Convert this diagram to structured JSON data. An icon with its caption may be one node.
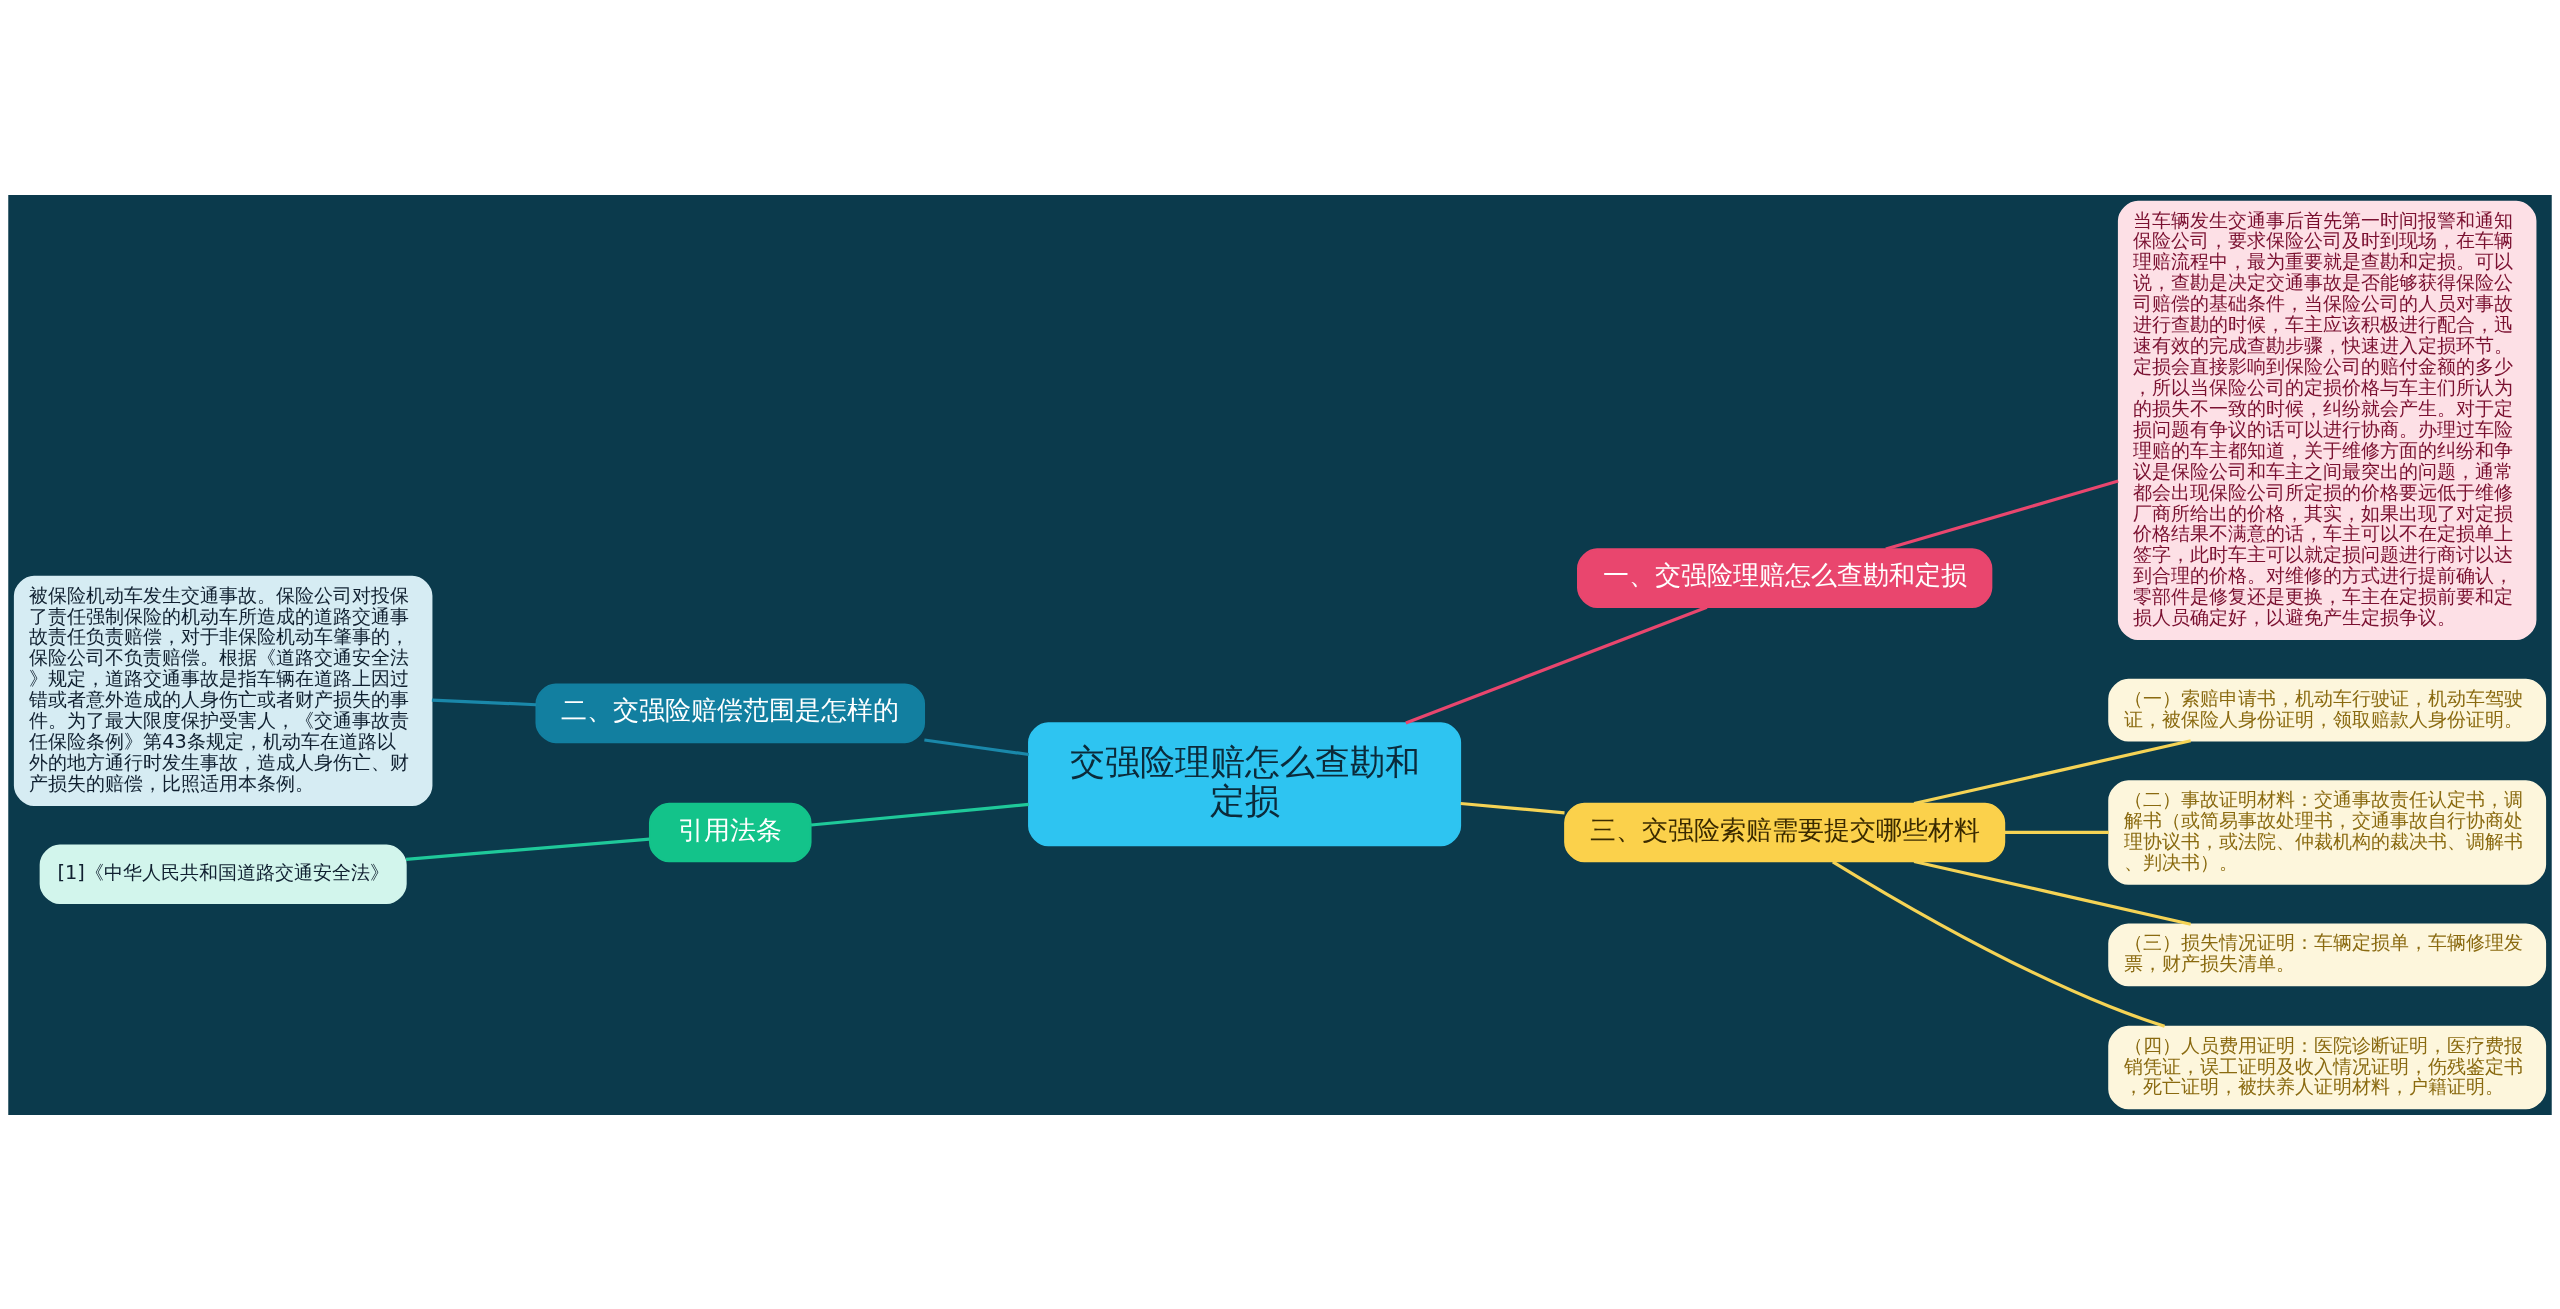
{
  "diagram": {
    "nodes": [
      {
        "text": [
          "交强险理赔怎么查勘和定损"
        ]
      },
      {
        "text": [
          "一、交强险理赔怎么查勘和定损"
        ]
      },
      {
        "text": [
          "当车辆发生交通事后首先第一时间报警和通知保险公司，要求保险公司及时到现场，在车辆理赔流程中，最为重要就是查勘和定损。可以说，查勘是决定交通事故是否能够获得保险公司赔偿的基础条件，当保险公司的人员对事故进行查勘的时候，车主应该积极进行配合，迅速有效的完成查勘步骤，快速进入定损环节。定损会直接影响到保险公司的赔付金额的多少，所以当保险公司的定损价格与车主们所认为的损失不一致的时候，纠纷就会产生。对于定损问题有争议的话可以进行协商。办理过车险理赔的车主都知道，关于维修方面的纠纷和争议是保险公司和车主之间最突出的问题，通常都会出现保险公司所定损的价格要远低于维修厂商所给出的价格，其实，如果出现了对定损价格结果不满意的话，车主可以不在定损单上签字，此时车主可以就定损问题进行商讨以达到合理的价格。对维修的方式进行提前确认，零部件是修复还是更换，车主在定损前要和定损人员确定好，以避免产生定损争议。"
        ]
      },
      {
        "text": [
          "二、交强险赔偿范围是怎样的"
        ]
      },
      {
        "text": [
          "被保险机动车发生交通事故。保险公司对投保了责任强制保险的机动车所造成的道路交通事故责任负责赔偿，对于非保险机动车肇事的，保险公司不负责赔偿。根据《道路交通安全法》规定，道路交通事故是指车辆在道路上因过错或者意外造成的人身伤亡或者财产损失的事件。为了最大限度保护受害人，《交通事故责任保险条例》第43条规定，机动车在道路以外的地方通行时发生事故，造成人身伤亡、财产损失的赔偿，比照适用本条例。"
        ]
      },
      {
        "text": [
          "引用法条"
        ]
      },
      {
        "text": [
          "[1]《中华人民共和国道路交通安全法》"
        ]
      },
      {
        "text": [
          "三、交强险索赔需要提交哪些材料"
        ]
      },
      {
        "text": [
          "（一）索赔申请书，机动车行驶证，机动车驾驶证，被保险人身份证明，领取赔款人身份证明。"
        ]
      },
      {
        "text": [
          "（二）事故证明材料：交通事故责任认定书，调解书（或简易事故处理书，交通事故自行协商处理协议书，或法院、仲裁机构的裁决书、调解书、判决书）。"
        ]
      },
      {
        "text": [
          "（三）损失情况证明：车辆定损单，车辆修理发票，财产损失清单。"
        ]
      },
      {
        "text": [
          "（四）人员费用证明：医院诊断证明，医疗费报销凭证，误工证明及收入情况证明，伤残鉴定书，死亡证明，被扶养人证明材料，户籍证明。"
        ]
      }
    ],
    "edges": [
      {
        "from": 0,
        "to": 1,
        "arrow": "none",
        "color": "#e9466e"
      },
      {
        "from": 1,
        "to": 2,
        "arrow": "none",
        "color": "#e9466e"
      },
      {
        "from": 4,
        "to": 3,
        "arrow": "none",
        "color": "#1a88aa"
      },
      {
        "from": 3,
        "to": 0,
        "arrow": "none",
        "color": "#1a88aa"
      },
      {
        "from": 6,
        "to": 5,
        "arrow": "none",
        "color": "#1fc99a"
      },
      {
        "from": 5,
        "to": 0,
        "arrow": "none",
        "color": "#1fc99a"
      },
      {
        "from": 0,
        "to": 7,
        "arrow": "none",
        "color": "#f5d355"
      },
      {
        "from": 7,
        "to": 8,
        "arrow": "none",
        "color": "#f5d355"
      },
      {
        "from": 7,
        "to": 9,
        "arrow": "none",
        "color": "#f5d355"
      },
      {
        "from": 7,
        "to": 10,
        "arrow": "none",
        "color": "#f5d355"
      },
      {
        "from": 7,
        "to": 11,
        "arrow": "none",
        "color": "#f5d355"
      }
    ]
  }
}
